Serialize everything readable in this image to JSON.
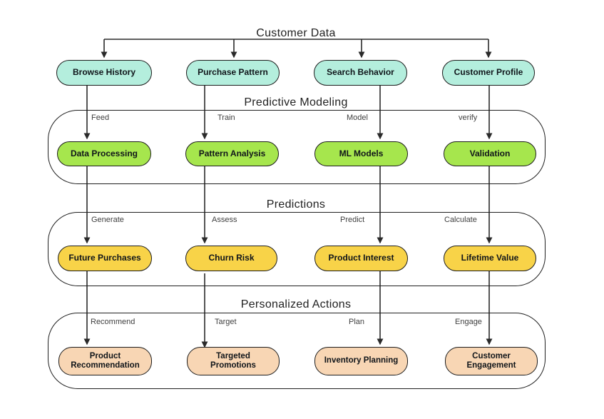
{
  "header": {
    "title": "Customer Data"
  },
  "source_row": {
    "nodes": [
      "Browse History",
      "Purchase Pattern",
      "Search Behavior",
      "Customer Profile"
    ],
    "fill": "#b4eedd"
  },
  "sections": [
    {
      "title": "Predictive Modeling",
      "edge_labels": [
        "Feed",
        "Train",
        "Model",
        "verify"
      ],
      "nodes": [
        "Data Processing",
        "Pattern Analysis",
        "ML Models",
        "Validation"
      ],
      "fill": "#a6e64d"
    },
    {
      "title": "Predictions",
      "edge_labels": [
        "Generate",
        "Assess",
        "Predict",
        "Calculate"
      ],
      "nodes": [
        "Future Purchases",
        "Churn Risk",
        "Product Interest",
        "Lifetime Value"
      ],
      "fill": "#f8d348"
    },
    {
      "title": "Personalized Actions",
      "edge_labels": [
        "Recommend",
        "Target",
        "Plan",
        "Engage"
      ],
      "nodes": [
        "Product Recommendation",
        "Targeted Promotions",
        "Inventory Planning",
        "Customer Engagement"
      ],
      "fill": "#f8d6b4"
    }
  ],
  "colors": {
    "connector": "#2a2a2a",
    "node_border": "#1c1c1c",
    "section_border": "#1f1f1f",
    "title_text": "#222222",
    "edge_label_text": "#3f3f3f"
  }
}
